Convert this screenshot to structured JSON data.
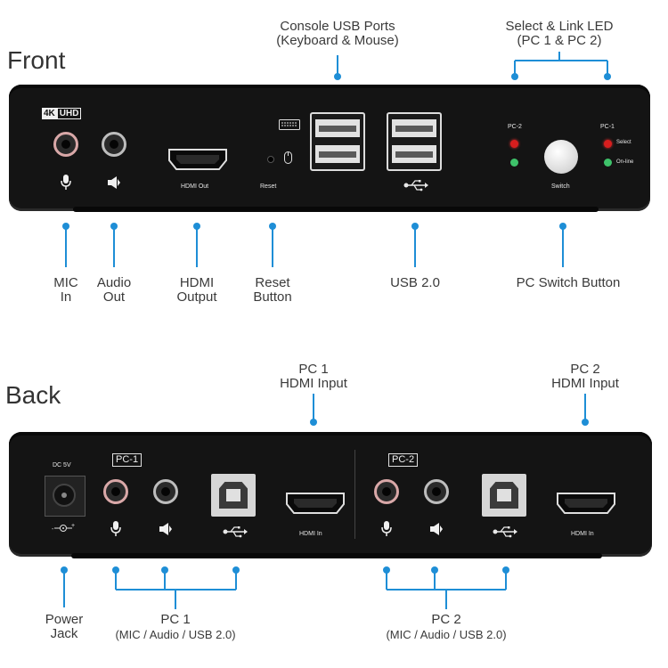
{
  "headings": {
    "front": "Front",
    "back": "Back"
  },
  "front": {
    "badge_4k": "4K",
    "badge_uhd": "UHD",
    "hdmi_out_label": "HDMI  Out",
    "reset_label": "Reset",
    "switch_label": "Switch",
    "pc2_label": "PC-2",
    "pc1_label": "PC-1",
    "select_label": "Select",
    "online_label": "On-line"
  },
  "back": {
    "dc_label": "DC 5V",
    "pc1_box": "PC-1",
    "pc2_box": "PC-2",
    "hdmi_in_1": "HDMI  In",
    "hdmi_in_2": "HDMI  In"
  },
  "callouts": {
    "console_usb": "Console USB Ports\n(Keyboard & Mouse)",
    "select_link": "Select & Link LED\n(PC 1 & PC 2)",
    "mic_in": "MIC\nIn",
    "audio_out": "Audio\nOut",
    "hdmi_output": "HDMI\nOutput",
    "reset_button": "Reset\nButton",
    "usb20": "USB 2.0",
    "pc_switch": "PC Switch Button",
    "pc1_hdmi_input": "PC 1\nHDMI Input",
    "pc2_hdmi_input": "PC 2\nHDMI Input",
    "power_jack": "Power\nJack",
    "pc1_group_title": "PC 1",
    "pc1_group_sub": "(MIC / Audio / USB 2.0)",
    "pc2_group_title": "PC 2",
    "pc2_group_sub": "(MIC / Audio / USB 2.0)"
  },
  "colors": {
    "callout_blue": "#1e8ed6",
    "panel": "#141414",
    "led_red": "#d81e1e",
    "led_green": "#3ec26a",
    "mic_ring": "#d9a8a8",
    "audio_ring": "#bdbdbd",
    "usb_port": "#dcdcdc",
    "usb_b": "#d6d6d6"
  },
  "icons": {
    "mic": "mic-icon",
    "headphone": "speaker-icon",
    "usb": "usb-icon",
    "mouse": "mouse-icon",
    "keyboard": "keyboard-icon",
    "power_polarity": "dc-polarity-icon"
  }
}
